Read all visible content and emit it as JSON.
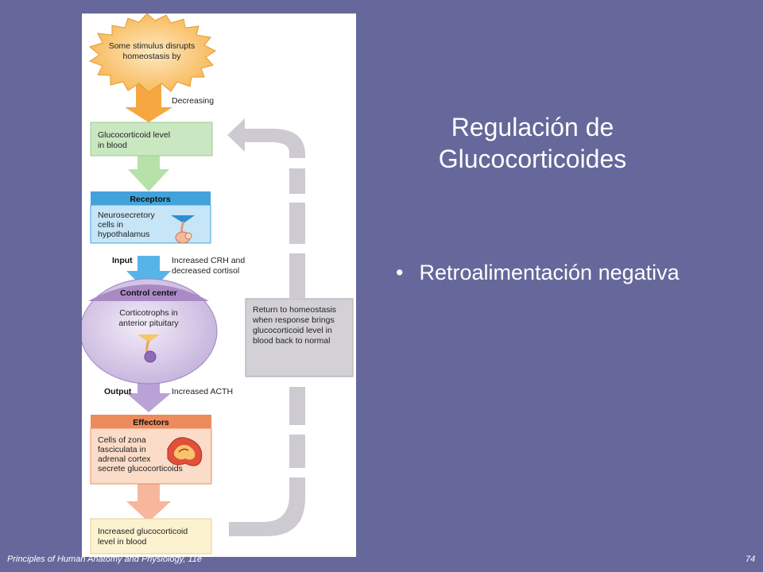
{
  "slide": {
    "title_line1": "Regulación de",
    "title_line2": "Glucocorticoides",
    "bullet_symbol": "•",
    "bullet_text": "Retroalimentación negativa",
    "footer_left": "Principles of Human Anatomy and Physiology, 11e",
    "page_number": "74"
  },
  "diagram": {
    "stimulus": [
      "Some stimulus disrupts",
      "homeostasis by"
    ],
    "decreasing": "Decreasing",
    "level_box": [
      "Glucocorticoid level",
      "in blood"
    ],
    "receptors_header": "Receptors",
    "receptors_body": [
      "Neurosecretory",
      "cells in",
      "hypothalamus"
    ],
    "input_label": "Input",
    "input_desc": [
      "Increased CRH and",
      "decreased cortisol"
    ],
    "control_header": "Control center",
    "control_body": [
      "Corticotrophs in",
      "anterior pituitary"
    ],
    "output_label": "Output",
    "output_desc": "Increased ACTH",
    "effectors_header": "Effectors",
    "effectors_body": [
      "Cells of zona",
      "fasciculata in",
      "adrenal cortex",
      "secrete glucocorticoids"
    ],
    "result_box": [
      "Increased glucocorticoid",
      "level in blood"
    ],
    "return_box": [
      "Return to homeostasis",
      "when response brings",
      "glucocorticoid level in",
      "blood back to normal"
    ]
  },
  "colors": {
    "background": "#66679a",
    "stimulus": "#f7b24a",
    "level_box": "#c9e8c1",
    "receptors": "#42a3db",
    "control": "#a98ac4",
    "effectors": "#ec8b5b",
    "result_box": "#fdf2cf",
    "feedback_arrow": "#cdcbd1"
  }
}
